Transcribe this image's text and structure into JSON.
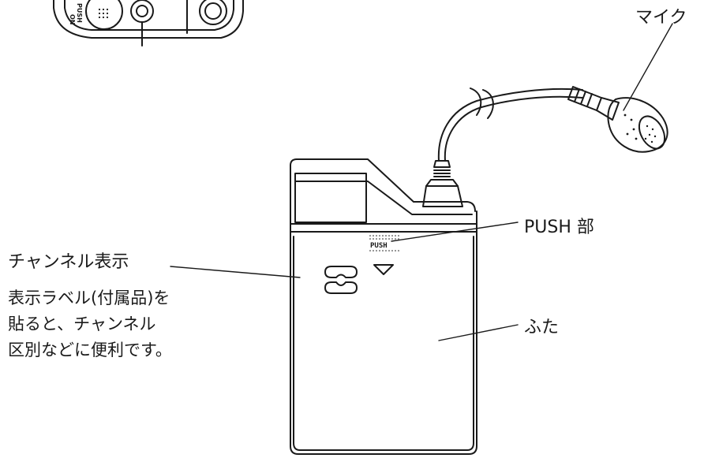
{
  "labels": {
    "mic": "マイク",
    "push_part": "PUSH 部",
    "channel_display": "チャンネル表示",
    "note_lines": [
      "表示ラベル(付属品)を",
      "貼ると、チャンネル",
      "区別などに便利です。"
    ],
    "cover": "ふた"
  },
  "device_markings": {
    "push_text": "PUSH",
    "top_push": "PUSH",
    "top_on": "ON"
  },
  "colors": {
    "line": "#1a1a1a",
    "background": "#ffffff"
  }
}
